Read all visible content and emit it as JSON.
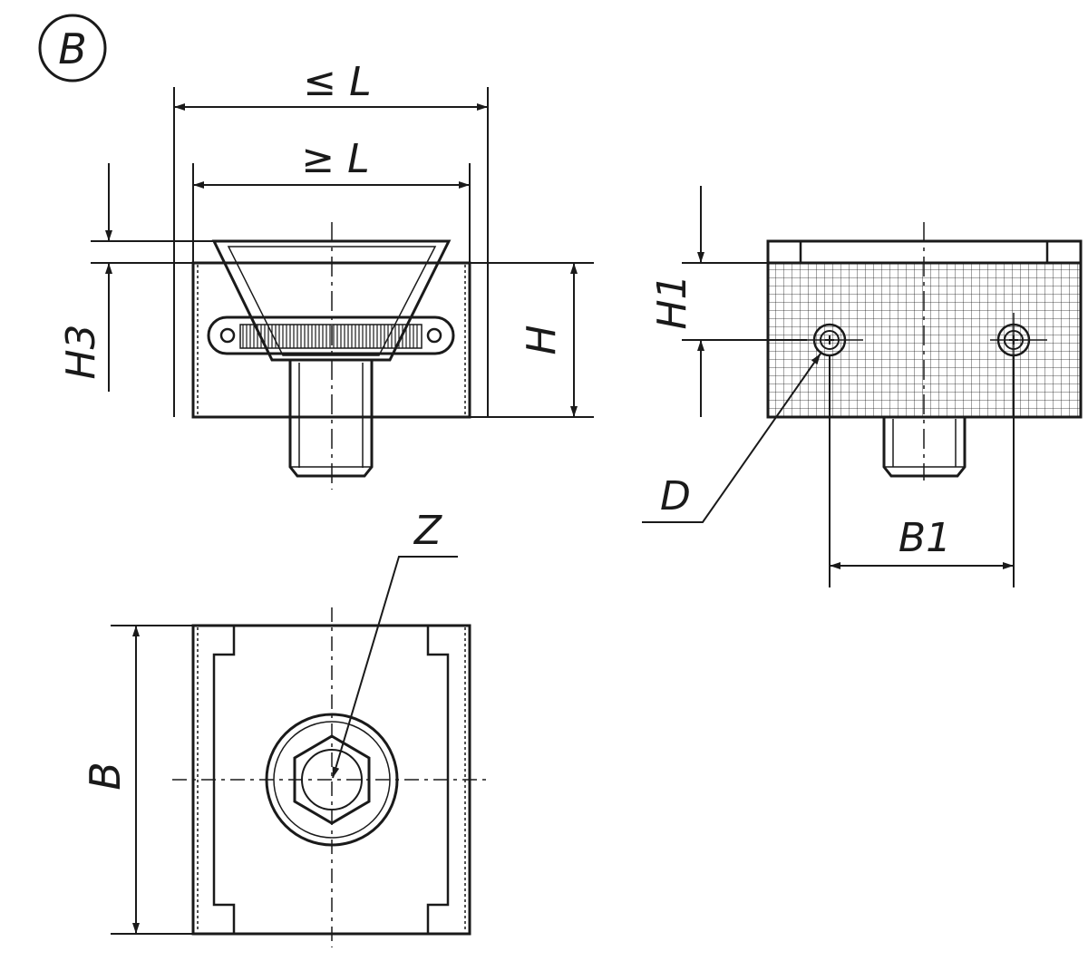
{
  "view_marker": "B",
  "labels": {
    "l_max": "≤ L",
    "l_min": "≥ L",
    "h3": "H3",
    "h": "H",
    "h1": "H1",
    "d": "D",
    "b1": "B1",
    "z": "Z",
    "b": "B"
  },
  "colors": {
    "ink": "#1a1a1a",
    "background": "#ffffff"
  }
}
